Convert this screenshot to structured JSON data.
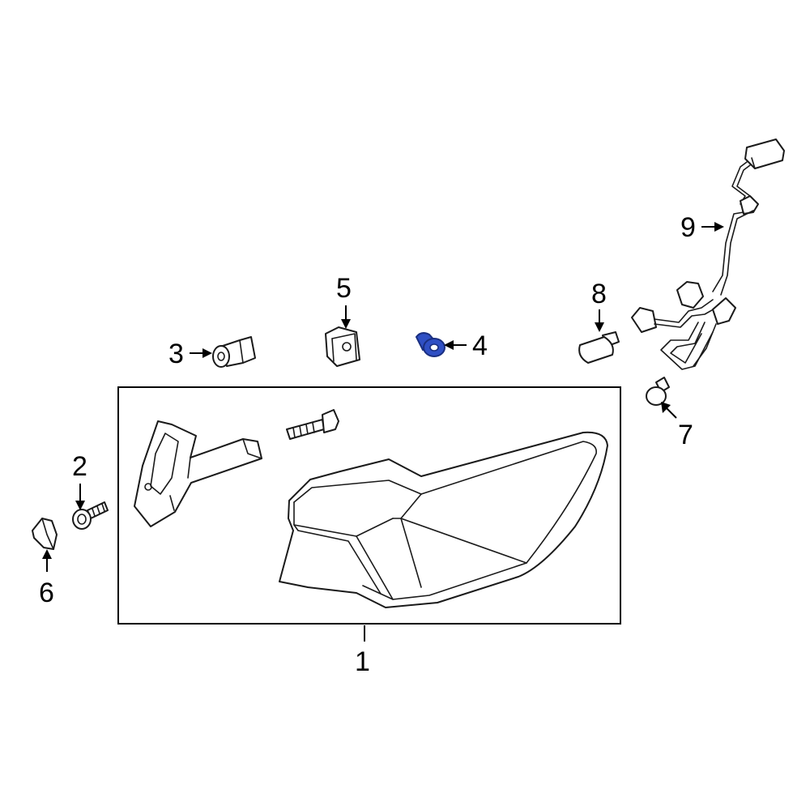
{
  "colors": {
    "line": "#1a1a1a",
    "highlight_fill": "#2f4fc4",
    "highlight_stroke": "#1a2f80",
    "background": "#ffffff"
  },
  "highlighted_part": "4",
  "callouts": {
    "c1": "1",
    "c2": "2",
    "c3": "3",
    "c4": "4",
    "c5": "5",
    "c6": "6",
    "c7": "7",
    "c8": "8",
    "c9": "9"
  }
}
